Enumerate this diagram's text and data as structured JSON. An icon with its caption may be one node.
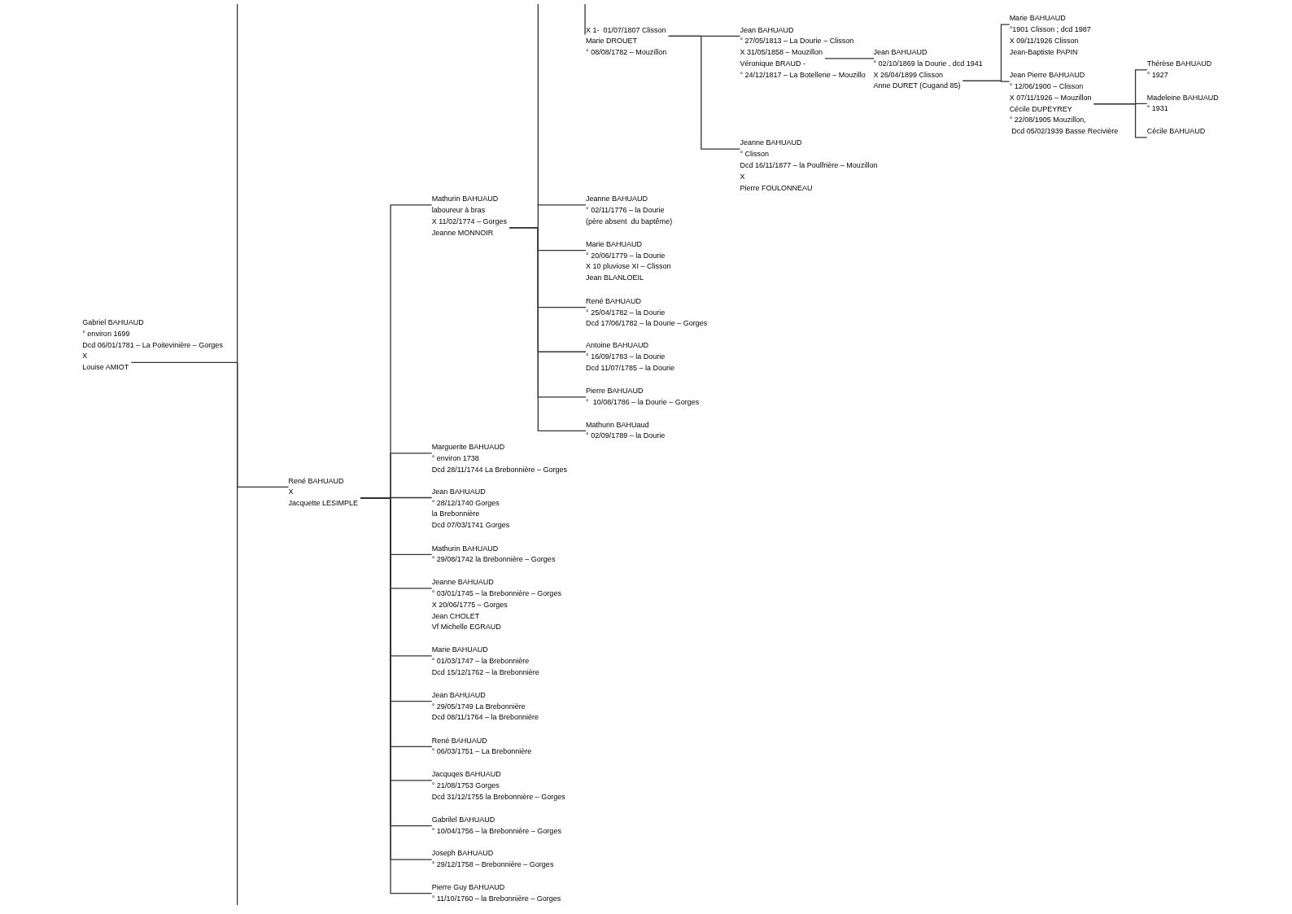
{
  "diagram": {
    "nodes": [
      {
        "text": [
          "Gabriel BAHUAUD",
          "° environ 1699",
          "Dcd 06/01/1781 – La Poitevinière – Gorges",
          "X",
          "Louise AMIOT"
        ]
      },
      {
        "text": [
          "René BAHUAUD",
          "X",
          "Jacquette LESIMPLE"
        ]
      },
      {
        "text": [
          "Mathurin BAHUAUD",
          "laboureur à bras",
          "X 11/02/1774 – Gorges",
          "Jeanne MONNOIR"
        ]
      },
      {
        "text": [
          "X 1-  01/07/1807 Clisson",
          "Marie DROUET",
          "° 08/08/1782 – Mouzillon"
        ]
      },
      {
        "text": [
          "Jean BAHUAUD",
          "° 27/05/1813 – La Dourie – Clisson",
          "X 31/05/1858 – Mouzillon",
          "Véronique BRAUD -",
          "° 24/12/1817 – La Botellerie – Mouzillo"
        ]
      },
      {
        "text": [
          "Jeanne BAHUAUD",
          "° Clisson",
          "Dcd 16/11/1877 – la Poulfrière – Mouzillon",
          "X",
          "Pierre FOULONNEAU"
        ]
      },
      {
        "text": [
          "Jean BAHUAUD",
          "° 02/10/1869 la Dourie , dcd 1941",
          "X 26/04/1899 Clisson",
          "Anne DURET (Cugand 85)"
        ]
      },
      {
        "text": [
          "Marie BAHUAUD",
          "°1901 Clisson ; dcd 1987",
          "X 09/11/1926 Clisson",
          "Jean-Baptiste PAPIN"
        ]
      },
      {
        "text": [
          "Jean Pierre BAHUAUD",
          "° 12/06/1900 – Clisson",
          "X 07/11/1926 – Mouzillon",
          "Cécile DUPEYREY",
          "° 22/08/1905 Mouzillon,",
          " Dcd 05/02/1939 Basse Recivière"
        ]
      },
      {
        "text": [
          "Thérèse BAHUAUD",
          "° 1927"
        ]
      },
      {
        "text": [
          "Madeleine BAHUAUD",
          "° 1931"
        ]
      },
      {
        "text": [
          "Cécile BAHUAUD"
        ]
      },
      {
        "text": [
          "Jeanne BAHUAUD",
          "° 02/11/1776 – la Dourie",
          "(père absent  du baptême)"
        ]
      },
      {
        "text": [
          "Marie BAHUAUD",
          "° 20/06/1779 – la Dourie",
          "X 10 pluviose XI – Clisson",
          "Jean BLANLOEIL"
        ]
      },
      {
        "text": [
          "René BAHUAUD",
          "° 25/04/1782 – la Dourie",
          "Dcd 17/06/1782 – la Dourie – Gorges"
        ]
      },
      {
        "text": [
          "Antoine BAHUAUD",
          "° 16/09/1783 – la Dourie",
          "Dcd 11/07/1785 – la Dourie"
        ]
      },
      {
        "text": [
          "Pierre BAHUAUD",
          "°  10/08/1786 – la Dourie – Gorges"
        ]
      },
      {
        "text": [
          "Mathurin BAHUaud",
          "° 02/09/1789 – la Dourie"
        ]
      },
      {
        "text": [
          "Marguerite BAHUAUD",
          "° environ 1738",
          "Dcd 28/11/1744 La Brebonnière – Gorges"
        ]
      },
      {
        "text": [
          "Jean BAHUAUD",
          "° 28/12/1740 Gorges",
          "la Brebonnière",
          "Dcd 07/03/1741 Gorges"
        ]
      },
      {
        "text": [
          "Mathurin BAHUAUD",
          "° 29/08/1742 la Brebonnière – Gorges"
        ]
      },
      {
        "text": [
          "Jeanne BAHUAUD",
          "° 03/01/1745 – la Brebonnière – Gorges",
          "X 20/06/1775 – Gorges",
          "Jean CHOLET",
          "Vf Michelle EGRAUD"
        ]
      },
      {
        "text": [
          "Marie BAHUAUD",
          "° 01/03/1747 – la Brebonnière",
          "Dcd 15/12/1762 – la Brebonnière"
        ]
      },
      {
        "text": [
          "Jean BAHUAUD",
          "° 29/05/1749 La Brebonnière",
          "Dcd 08/11/1764 – la Brebonnière"
        ]
      },
      {
        "text": [
          "René BAHUAUD",
          "° 06/03/1751 – La Brebonnière"
        ]
      },
      {
        "text": [
          "Jacquqes BAHUAUD",
          "° 21/08/1753 Gorges",
          "Dcd 31/12/1755 la Brebonnière – Gorges"
        ]
      },
      {
        "text": [
          "Gabrilel BAHUAUD",
          "° 10/04/1756 – la Brebonnière – Gorges"
        ]
      },
      {
        "text": [
          "Joseph BAHUAUD",
          "° 29/12/1758 – Brebonnière – Gorges"
        ]
      },
      {
        "text": [
          "Pierre Guy BAHUAUD",
          "° 11/10/1760 – la Brebonnière – Gorges"
        ]
      }
    ],
    "edges": [
      {
        "from": 0,
        "to": 1,
        "arrow": "none"
      },
      {
        "from": 1,
        "to": 2,
        "arrow": "none"
      },
      {
        "from": 1,
        "to": 18,
        "arrow": "none"
      },
      {
        "from": 1,
        "to": 19,
        "arrow": "none"
      },
      {
        "from": 1,
        "to": 20,
        "arrow": "none"
      },
      {
        "from": 1,
        "to": 21,
        "arrow": "none"
      },
      {
        "from": 1,
        "to": 22,
        "arrow": "none"
      },
      {
        "from": 1,
        "to": 23,
        "arrow": "none"
      },
      {
        "from": 1,
        "to": 24,
        "arrow": "none"
      },
      {
        "from": 1,
        "to": 25,
        "arrow": "none"
      },
      {
        "from": 1,
        "to": 26,
        "arrow": "none"
      },
      {
        "from": 1,
        "to": 27,
        "arrow": "none"
      },
      {
        "from": 1,
        "to": 28,
        "arrow": "none"
      },
      {
        "from": 2,
        "to": 12,
        "arrow": "none"
      },
      {
        "from": 2,
        "to": 13,
        "arrow": "none"
      },
      {
        "from": 2,
        "to": 14,
        "arrow": "none"
      },
      {
        "from": 2,
        "to": 15,
        "arrow": "none"
      },
      {
        "from": 2,
        "to": 16,
        "arrow": "none"
      },
      {
        "from": 2,
        "to": 17,
        "arrow": "none"
      },
      {
        "from": 3,
        "to": 4,
        "arrow": "none"
      },
      {
        "from": 3,
        "to": 5,
        "arrow": "none"
      },
      {
        "from": 4,
        "to": 6,
        "arrow": "none"
      },
      {
        "from": 6,
        "to": 7,
        "arrow": "none"
      },
      {
        "from": 6,
        "to": 8,
        "arrow": "none"
      },
      {
        "from": 8,
        "to": 9,
        "arrow": "none"
      },
      {
        "from": 8,
        "to": 10,
        "arrow": "none"
      },
      {
        "from": 8,
        "to": 11,
        "arrow": "none"
      }
    ]
  }
}
